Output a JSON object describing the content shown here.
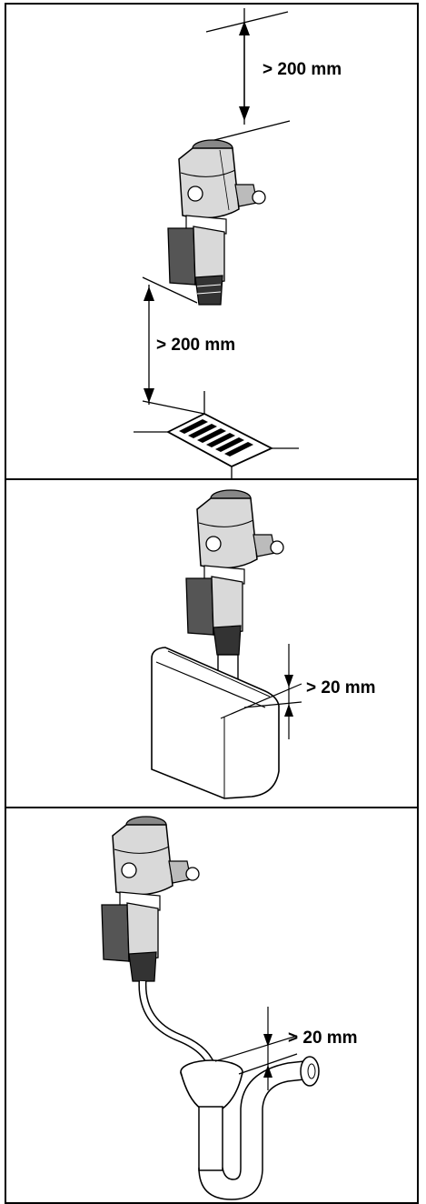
{
  "panels": [
    {
      "dimensions": [
        "> 200 mm",
        "> 200 mm"
      ]
    },
    {
      "dimensions": [
        "> 20 mm"
      ]
    },
    {
      "dimensions": [
        "> 20 mm"
      ]
    }
  ],
  "colors": {
    "line": "#000000",
    "body_shade": "#d9d9d9",
    "dark_shade": "#555555"
  }
}
